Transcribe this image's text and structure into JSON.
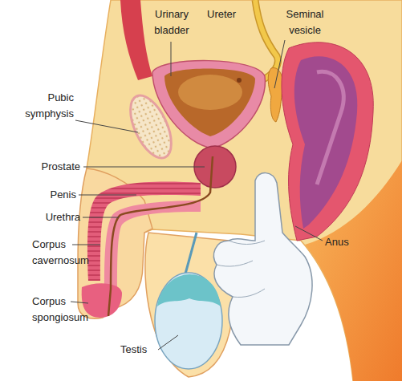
{
  "diagram": {
    "labels": [
      "Urinary bladder",
      "Ureter",
      "Seminal vesicle",
      "Pubic symphysis",
      "Prostate",
      "Penis",
      "Urethra",
      "Corpus cavernosum",
      "Corpus spongiosum",
      "Testis",
      "Anus"
    ]
  }
}
